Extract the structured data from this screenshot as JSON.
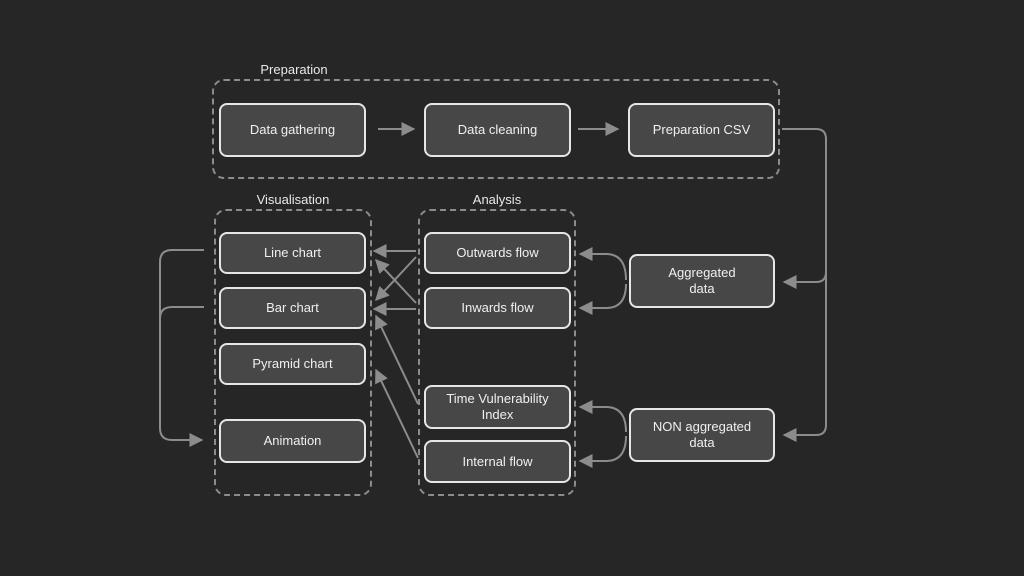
{
  "groups": {
    "preparation": "Preparation",
    "visualisation": "Visualisation",
    "analysis": "Analysis"
  },
  "nodes": {
    "data_gathering": "Data gathering",
    "data_cleaning": "Data cleaning",
    "preparation_csv": "Preparation CSV",
    "line_chart": "Line chart",
    "bar_chart": "Bar chart",
    "pyramid_chart": "Pyramid chart",
    "animation": "Animation",
    "outwards_flow": "Outwards flow",
    "inwards_flow": "Inwards flow",
    "time_vulnerability_index": "Time Vulnerability\nIndex",
    "internal_flow": "Internal flow",
    "aggregated_data": "Aggregated\ndata",
    "non_aggregated_data": "NON aggregated\ndata"
  },
  "colors": {
    "background": "#262626",
    "node_fill": "#474747",
    "node_border": "#e6e6e6",
    "group_border": "#8c8c8c",
    "connector": "#8c8c8c"
  }
}
